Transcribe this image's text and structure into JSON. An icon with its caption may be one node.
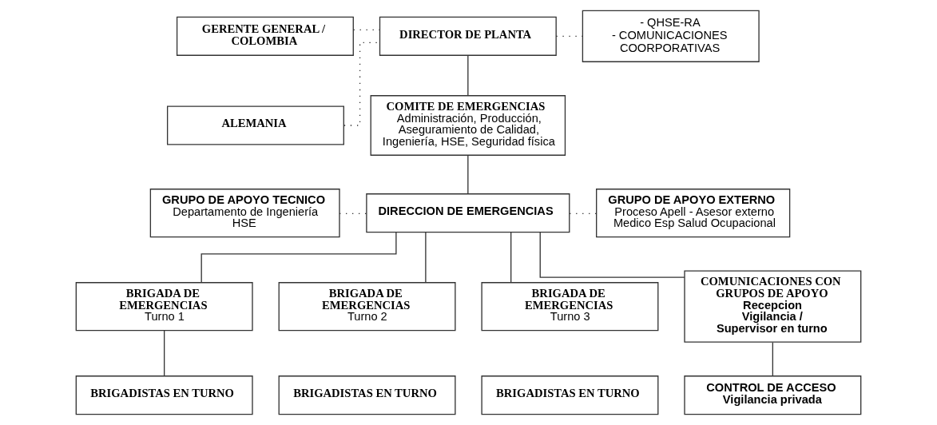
{
  "diagram": {
    "nodes": [
      {
        "text": [
          "GERENTE GENERAL / COLOMBIA"
        ]
      },
      {
        "text": [
          "ALEMANIA"
        ]
      },
      {
        "text": [
          "DIRECTOR DE PLANTA"
        ]
      },
      {
        "text": [
          "- QHSE-RA",
          "- COMUNICACIONES COORPORATIVAS"
        ]
      },
      {
        "text": [
          "COMITE DE EMERGENCIAS",
          "Administración, Producción, Aseguramiento de Calidad, Ingeniería, HSE, Seguridad física"
        ]
      },
      {
        "text": [
          "GRUPO DE APOYO TECNICO",
          "Departamento de Ingeniería HSE"
        ]
      },
      {
        "text": [
          "DIRECCION DE EMERGENCIAS"
        ]
      },
      {
        "text": [
          "GRUPO DE APOYO EXTERNO",
          "Proceso Apell - Asesor externo Medico Esp Salud Ocupacional"
        ]
      },
      {
        "text": [
          "BRIGADA DE EMERGENCIAS",
          "Turno 1"
        ]
      },
      {
        "text": [
          "BRIGADA DE EMERGENCIAS",
          "Turno 2"
        ]
      },
      {
        "text": [
          "BRIGADA DE EMERGENCIAS",
          "Turno 3"
        ]
      },
      {
        "text": [
          "COMUNICACIONES CON GRUPOS DE APOYO",
          "Recepcion",
          "Vigilancia / Supervisor en turno"
        ]
      },
      {
        "text": [
          "BRIGADISTAS EN TURNO"
        ]
      },
      {
        "text": [
          "BRIGADISTAS EN TURNO"
        ]
      },
      {
        "text": [
          "BRIGADISTAS EN TURNO"
        ]
      },
      {
        "text": [
          "CONTROL DE ACCESO",
          "Vigilancia privada"
        ]
      }
    ],
    "edges": [
      {
        "from": 0,
        "to": 2,
        "arrow": "none",
        "style": "dashed"
      },
      {
        "from": 1,
        "to": 2,
        "arrow": "none",
        "style": "dashed"
      },
      {
        "from": 2,
        "to": 3,
        "arrow": "none",
        "style": "dashed"
      },
      {
        "from": 2,
        "to": 4,
        "arrow": "none"
      },
      {
        "from": 4,
        "to": 6,
        "arrow": "none"
      },
      {
        "from": 5,
        "to": 6,
        "arrow": "none",
        "style": "dashed"
      },
      {
        "from": 6,
        "to": 7,
        "arrow": "none",
        "style": "dashed"
      },
      {
        "from": 6,
        "to": 8,
        "arrow": "none"
      },
      {
        "from": 6,
        "to": 9,
        "arrow": "none"
      },
      {
        "from": 6,
        "to": 10,
        "arrow": "none"
      },
      {
        "from": 6,
        "to": 11,
        "arrow": "none"
      },
      {
        "from": 8,
        "to": 12,
        "arrow": "none"
      },
      {
        "from": 11,
        "to": 15,
        "arrow": "none"
      }
    ]
  }
}
